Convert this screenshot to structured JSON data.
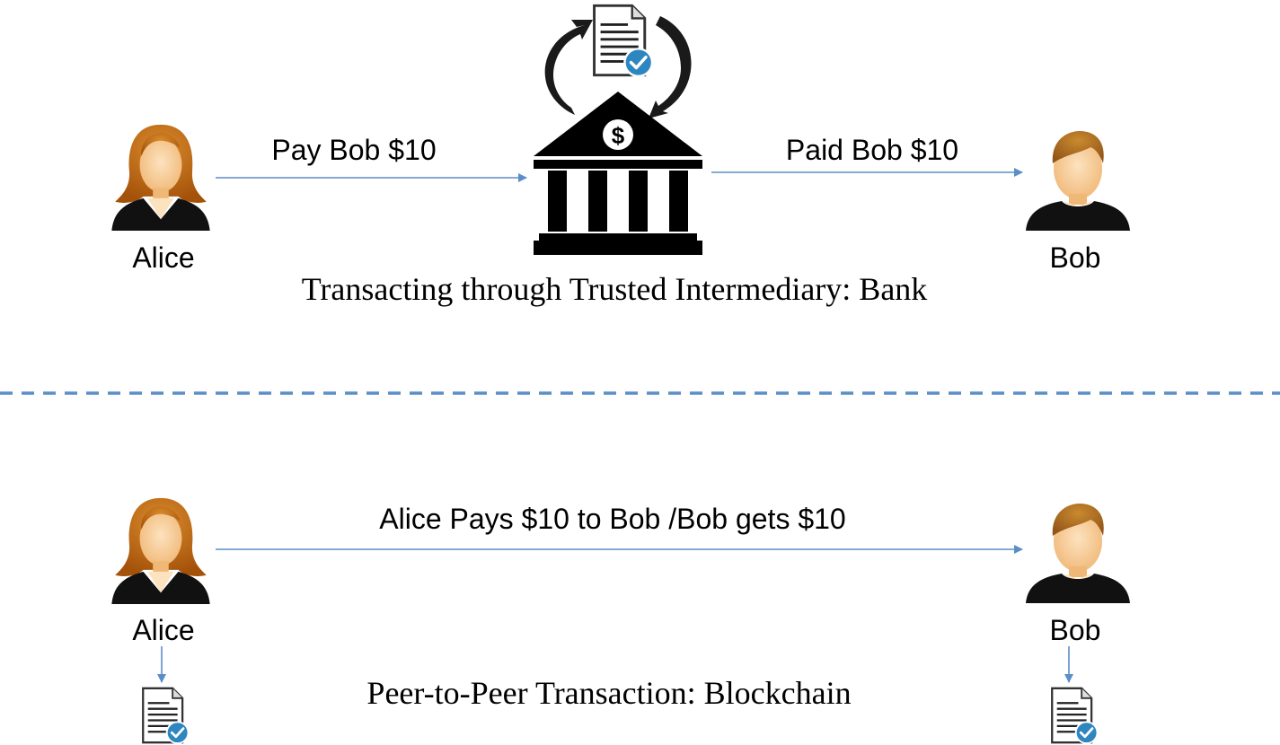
{
  "top": {
    "sender": "Alice",
    "receiver": "Bob",
    "request_label": "Pay Bob $10",
    "result_label": "Paid Bob $10",
    "bank_symbol": "$",
    "caption": "Transacting through Trusted Intermediary: Bank",
    "icons": {
      "sender": "woman-user-icon",
      "receiver": "man-user-icon",
      "intermediary": "bank-icon",
      "ledger": "verified-document-icon",
      "cycle": "circular-arrows-icon"
    }
  },
  "bottom": {
    "sender": "Alice",
    "receiver": "Bob",
    "transfer_label": "Alice Pays $10 to Bob /Bob gets $10",
    "caption": "Peer-to-Peer Transaction: Blockchain",
    "icons": {
      "sender": "woman-user-icon",
      "receiver": "man-user-icon",
      "ledger": "verified-document-icon"
    }
  },
  "colors": {
    "arrow": "#5b8ec9",
    "divider": "#5b8ec9",
    "bank": "#000000",
    "check_badge": "#2e86c1",
    "skin": "#f5c48a",
    "woman_hair": "#b8620e",
    "man_hair": "#a8661a",
    "clothing": "#111111"
  }
}
